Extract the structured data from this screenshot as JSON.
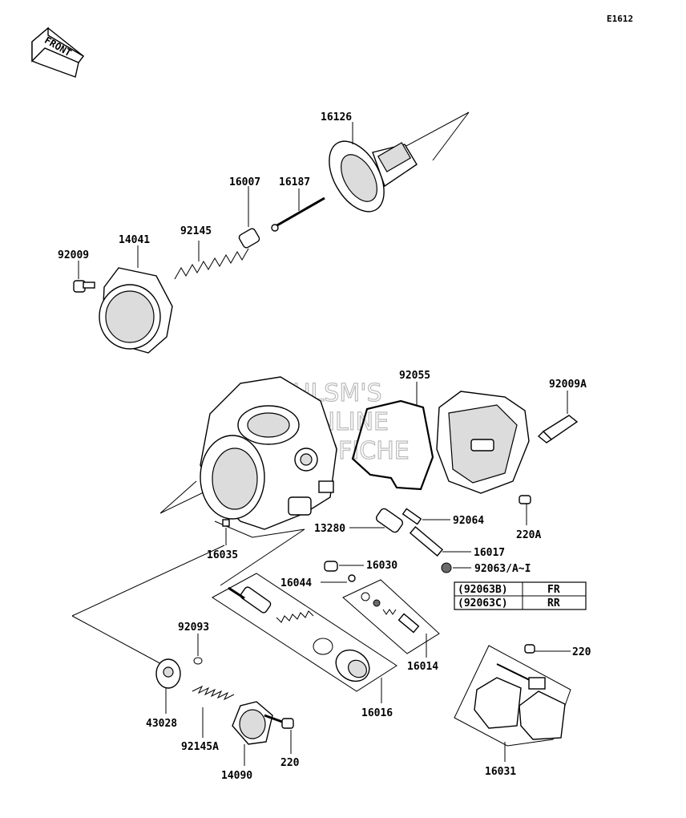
{
  "diagram_code": "E1612",
  "front_label": "FRONT",
  "watermark": [
    "HLSM'S",
    "ONLINE",
    "MICROFICHE"
  ],
  "parts": {
    "p16126": "16126",
    "p16187": "16187",
    "p16007": "16007",
    "p92145": "92145",
    "p14041": "14041",
    "p92009": "92009",
    "p92055": "92055",
    "p92009A": "92009A",
    "p92064": "92064",
    "p13280": "13280",
    "p220A": "220A",
    "p16017": "16017",
    "p16035": "16035",
    "p16030": "16030",
    "p92063": "92063/A~I",
    "p16044": "16044",
    "p92093": "92093",
    "p16014": "16014",
    "p220a": "220",
    "p43028": "43028",
    "p16016": "16016",
    "p92145A": "92145A",
    "p220b": "220",
    "p14090": "14090",
    "p16031": "16031"
  },
  "variant_table": {
    "rows": [
      {
        "code": "(92063B)",
        "position": "FR"
      },
      {
        "code": "(92063C)",
        "position": "RR"
      }
    ]
  }
}
